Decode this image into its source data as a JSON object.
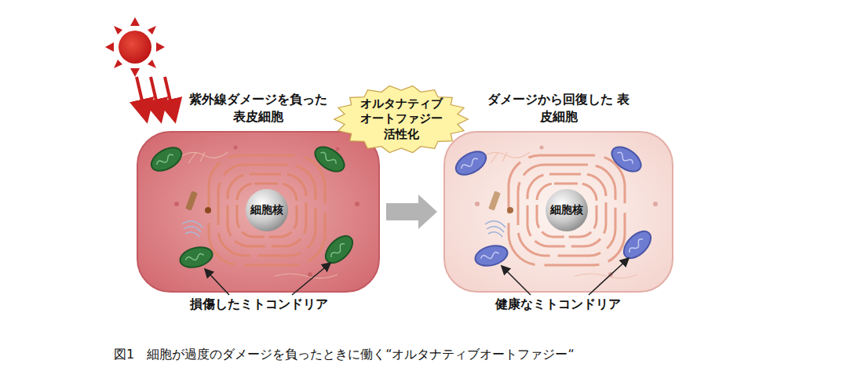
{
  "diagram": {
    "caption": "図1　細胞が過度のダメージを負ったときに働く“オルタナティブオートファジー“",
    "nodes": [
      {
        "text": [
          "紫外線ダメージを負った 表皮細胞"
        ]
      },
      {
        "text": [
          "細胞核"
        ],
        "in": 0
      },
      {
        "text": [
          "オルタナティブ オートファジー 活性化"
        ]
      },
      {
        "text": [
          "ダメージから回復した 表皮細胞"
        ]
      },
      {
        "text": [
          "細胞核"
        ],
        "in": 3
      }
    ],
    "edges": [
      {
        "from": 0,
        "to": 3,
        "arrow": "to"
      }
    ],
    "labels": [
      "損傷したミトコンドリア",
      "健康なミトコンドリア"
    ]
  }
}
